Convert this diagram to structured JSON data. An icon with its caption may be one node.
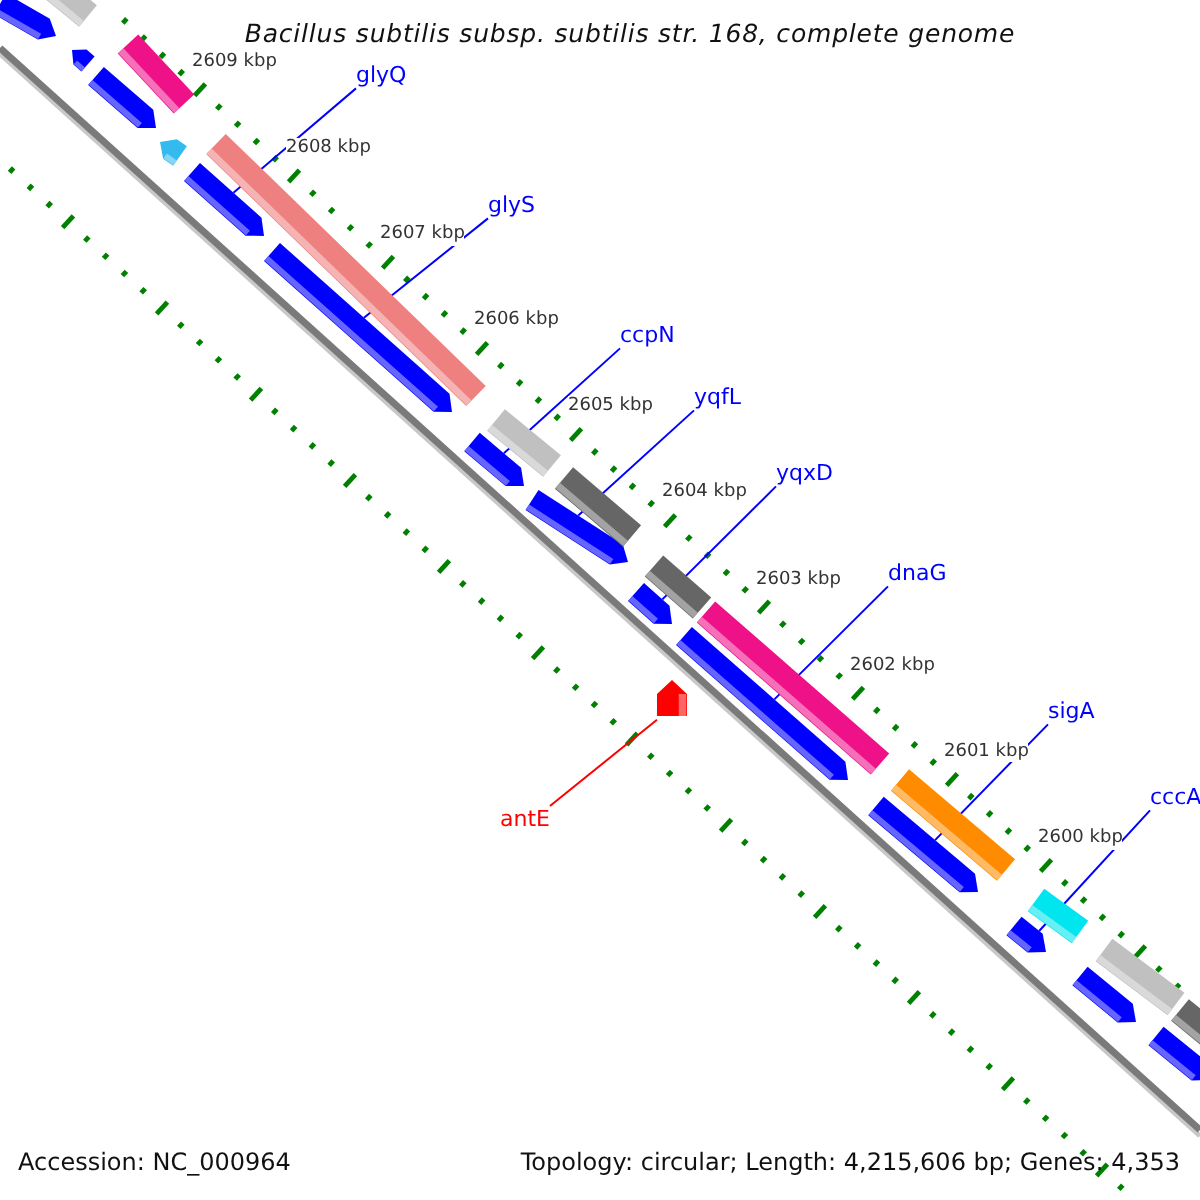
{
  "diagram": {
    "title": "Bacillus subtilis subsp. subtilis str. 168, complete genome",
    "nodes": [
      {
        "text": [
          "glyQ"
        ]
      },
      {
        "text": [
          "glyS"
        ]
      },
      {
        "text": [
          "ccpN"
        ]
      },
      {
        "text": [
          "yqfL"
        ]
      },
      {
        "text": [
          "yqxD"
        ]
      },
      {
        "text": [
          "dnaG"
        ]
      },
      {
        "text": [
          "sigA"
        ]
      },
      {
        "text": [
          "cccA"
        ]
      },
      {
        "text": [
          "antE"
        ]
      },
      {
        "text": [],
        "shape": "bar"
      },
      {
        "text": [],
        "shape": "bar"
      },
      {
        "text": [],
        "shape": "bar"
      },
      {
        "text": [],
        "shape": "bar"
      },
      {
        "text": [],
        "shape": "bar"
      },
      {
        "text": [],
        "shape": "bar"
      },
      {
        "text": [],
        "shape": "bar"
      },
      {
        "text": [],
        "shape": "bar"
      },
      {
        "text": [],
        "shape": "bar"
      },
      {
        "text": [],
        "shape": "bar"
      },
      {
        "text": [],
        "shape": "bar"
      },
      {
        "text": [],
        "shape": "bar"
      },
      {
        "text": [],
        "shape": "bar"
      },
      {
        "text": [],
        "shape": "bar"
      },
      {
        "text": [],
        "shape": "bar"
      },
      {
        "text": [],
        "shape": "bar"
      },
      {
        "text": [],
        "shape": "bar"
      },
      {
        "text": [],
        "shape": "bar"
      },
      {
        "text": [],
        "shape": "bar"
      },
      {
        "text": [],
        "shape": "bar"
      },
      {
        "text": [],
        "shape": "bar"
      },
      {
        "text": [],
        "shape": "bar"
      },
      {
        "text": [],
        "shape": "bar"
      },
      {
        "text": [],
        "shape": "bar"
      },
      {
        "text": [],
        "shape": "bar"
      },
      {
        "text": [],
        "shape": "bar"
      }
    ],
    "edges": [
      {
        "from": 0,
        "to": 15,
        "arrow": "none"
      },
      {
        "from": 1,
        "to": 17,
        "arrow": "none"
      },
      {
        "from": 2,
        "to": 18,
        "arrow": "none"
      },
      {
        "from": 3,
        "to": 20,
        "arrow": "none"
      },
      {
        "from": 4,
        "to": 22,
        "arrow": "none"
      },
      {
        "from": 5,
        "to": 25,
        "arrow": "none"
      },
      {
        "from": 6,
        "to": 27,
        "arrow": "none"
      },
      {
        "from": 7,
        "to": 29,
        "arrow": "none"
      },
      {
        "from": 8,
        "to": 24,
        "arrow": "none",
        "color": "#ff0000"
      }
    ],
    "labels": [
      "2609 kbp",
      "2608 kbp",
      "2607 kbp",
      "2606 kbp",
      "2605 kbp",
      "2604 kbp",
      "2603 kbp",
      "2602 kbp",
      "2601 kbp",
      "2600 kbp",
      "Accession: NC_000964",
      "Topology: circular; Length: 4,215,606 bp; Genes: 4,353"
    ]
  }
}
